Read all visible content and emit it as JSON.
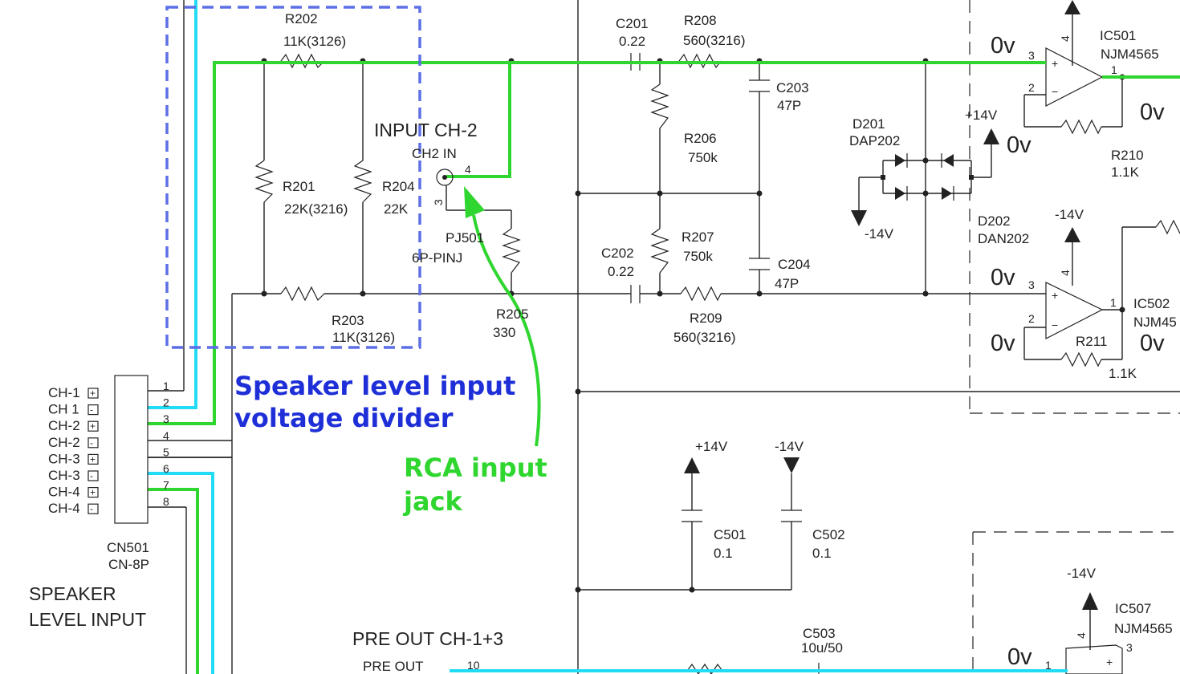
{
  "colors": {
    "green_wire": "#2fd62f",
    "cyan_wire": "#22dcf5",
    "blue_box": "#5d6fe6",
    "blue_text": "#1f2fd8",
    "line": "#222222"
  },
  "annotations": {
    "divider_line1": "Speaker level input",
    "divider_line2": "voltage divider",
    "rca_line1": "RCA input",
    "rca_line2": "jack"
  },
  "resistors": {
    "r202": {
      "ref": "R202",
      "value": "11K(3126)"
    },
    "r201": {
      "ref": "R201",
      "value": "22K(3216)"
    },
    "r204": {
      "ref": "R204",
      "value": "22K"
    },
    "r203": {
      "ref": "R203",
      "value": "11K(3126)"
    },
    "r205": {
      "ref": "R205",
      "value": "330"
    },
    "r208": {
      "ref": "R208",
      "value": "560(3216)"
    },
    "r206": {
      "ref": "R206",
      "value": "750k"
    },
    "r207": {
      "ref": "R207",
      "value": "750k"
    },
    "r209": {
      "ref": "R209",
      "value": "560(3216)"
    },
    "r210": {
      "ref": "R210",
      "value": "1.1K"
    },
    "r211": {
      "ref": "R211",
      "value": "1.1K"
    }
  },
  "capacitors": {
    "c201": {
      "ref": "C201",
      "value": "0.22"
    },
    "c202": {
      "ref": "C202",
      "value": "0.22"
    },
    "c203": {
      "ref": "C203",
      "value": "47P"
    },
    "c204": {
      "ref": "C204",
      "value": "47P"
    },
    "c501": {
      "ref": "C501",
      "value": "0.1"
    },
    "c502": {
      "ref": "C502",
      "value": "0.1"
    },
    "c503": {
      "ref": "C503",
      "value": "10u/50"
    }
  },
  "diodes": {
    "d201": {
      "ref": "D201",
      "value": "DAP202"
    },
    "d202": {
      "ref": "D202",
      "value": "DAN202"
    }
  },
  "ics": {
    "ic501": {
      "ref": "IC501",
      "value": "NJM4565"
    },
    "ic502": {
      "ref": "IC502",
      "value": "NJM45"
    },
    "ic507": {
      "ref": "IC507",
      "value": "NJM4565"
    }
  },
  "jack": {
    "section": "INPUT CH-2",
    "pin_name": "CH2 IN",
    "ref": "PJ501",
    "value": "6P-PINJ"
  },
  "connector": {
    "ref": "CN501",
    "value": "CN-8P",
    "title_line1": "SPEAKER",
    "title_line2": "LEVEL INPUT",
    "channels": [
      "CH-1",
      "CH 1",
      "CH-2",
      "CH-2",
      "CH-3",
      "CH-3",
      "CH-4",
      "CH-4"
    ],
    "polarity": [
      "+",
      "-",
      "+",
      "-",
      "+",
      "-",
      "+",
      "-"
    ],
    "pins": [
      "1",
      "2",
      "3",
      "4",
      "5",
      "6",
      "7",
      "8"
    ]
  },
  "voltages": {
    "zero": "0v",
    "plus14": "+14V",
    "minus14": "-14V"
  },
  "pins": {
    "p1": "1",
    "p2": "2",
    "p3": "3",
    "p4": "4",
    "p10": "10",
    "minus": "−",
    "plus": "+"
  },
  "preout": {
    "title": "PRE OUT CH-1+3",
    "label": "PRE OUT"
  }
}
